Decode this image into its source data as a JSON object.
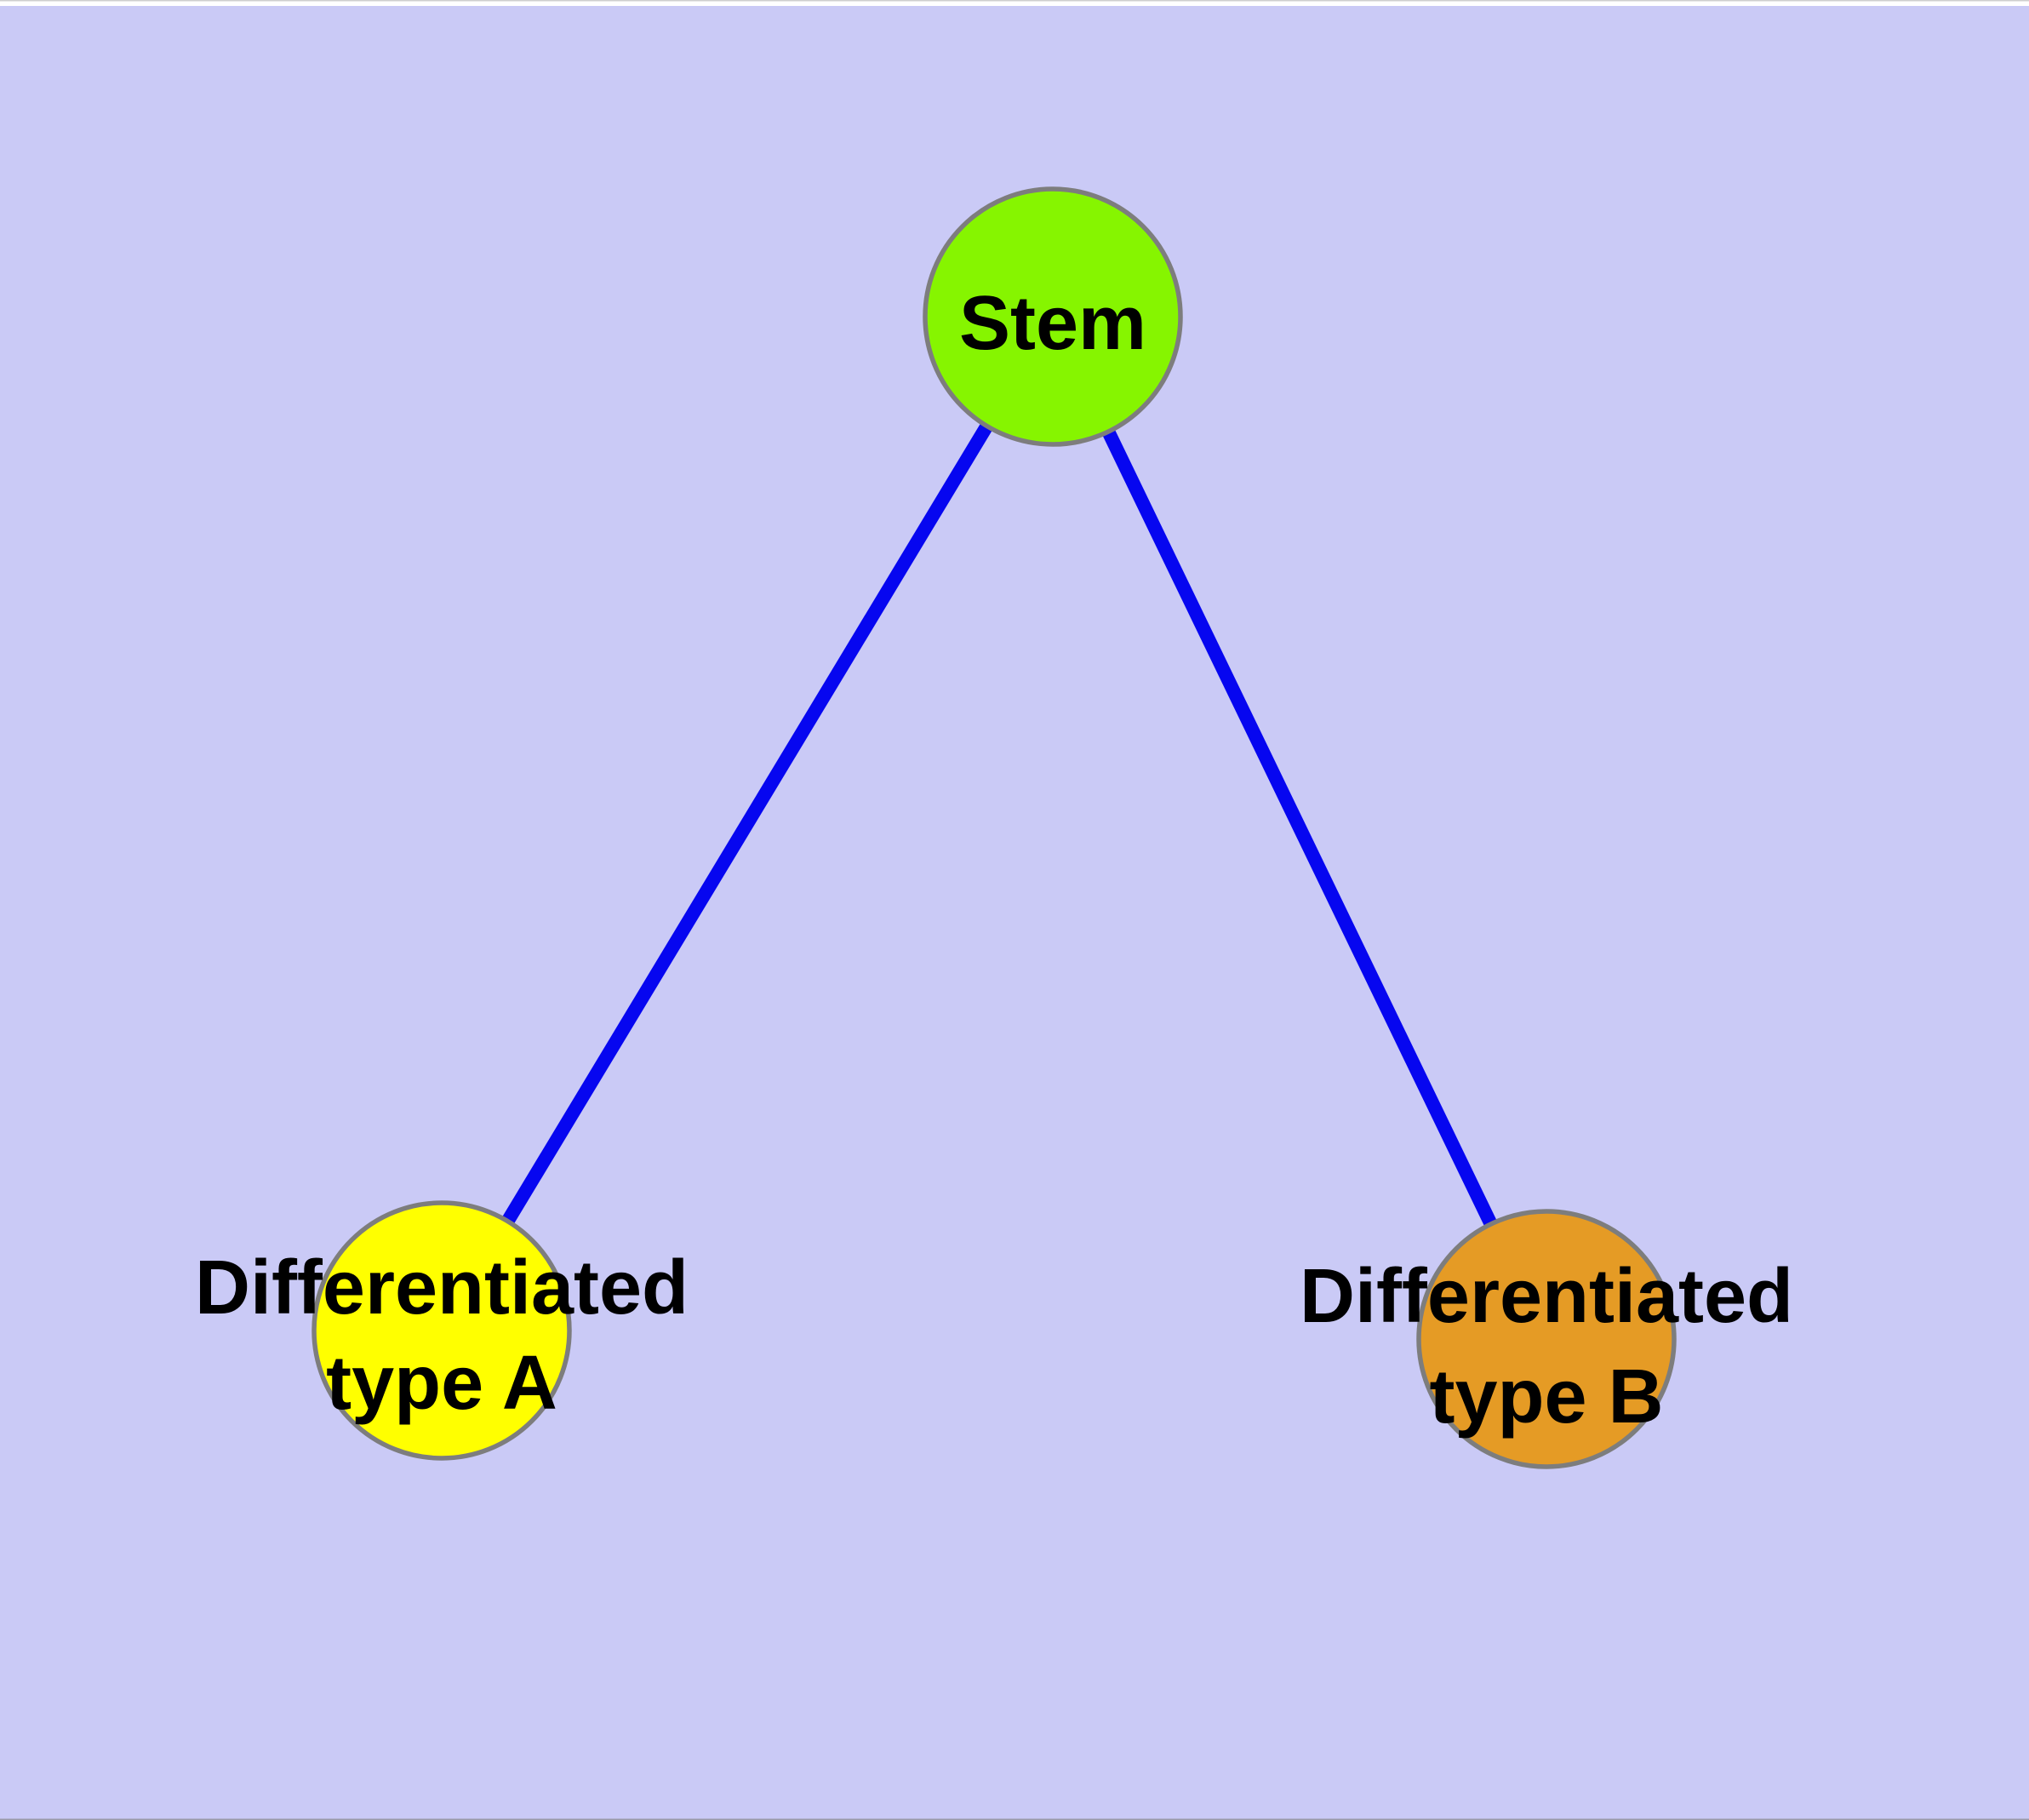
{
  "window": {
    "top_edge_color": "#cfcfcf",
    "bottom_edge_color": "#9a9aa8",
    "margin_color": "#ffffff"
  },
  "colors": {
    "background": "#cacaf6",
    "edge": "#0606f0",
    "node_border": "#7d7d7d",
    "label": "#000000"
  },
  "graph": {
    "type": "node-link-diagram",
    "description": "Stem cell differentiation tree with one root node and two differentiated child nodes",
    "nodes": [
      {
        "id": "stem",
        "label": "Stem",
        "fill": "#86f500"
      },
      {
        "id": "differentiated-type-a",
        "label_line1": "Differentiated",
        "label_line2": "type A",
        "fill": "#ffff00"
      },
      {
        "id": "differentiated-type-b",
        "label_line1": "Differentiated",
        "label_line2": "type B",
        "fill": "#e59b25"
      }
    ],
    "edges": [
      {
        "from": "stem",
        "to": "differentiated-type-a"
      },
      {
        "from": "stem",
        "to": "differentiated-type-b"
      }
    ]
  }
}
